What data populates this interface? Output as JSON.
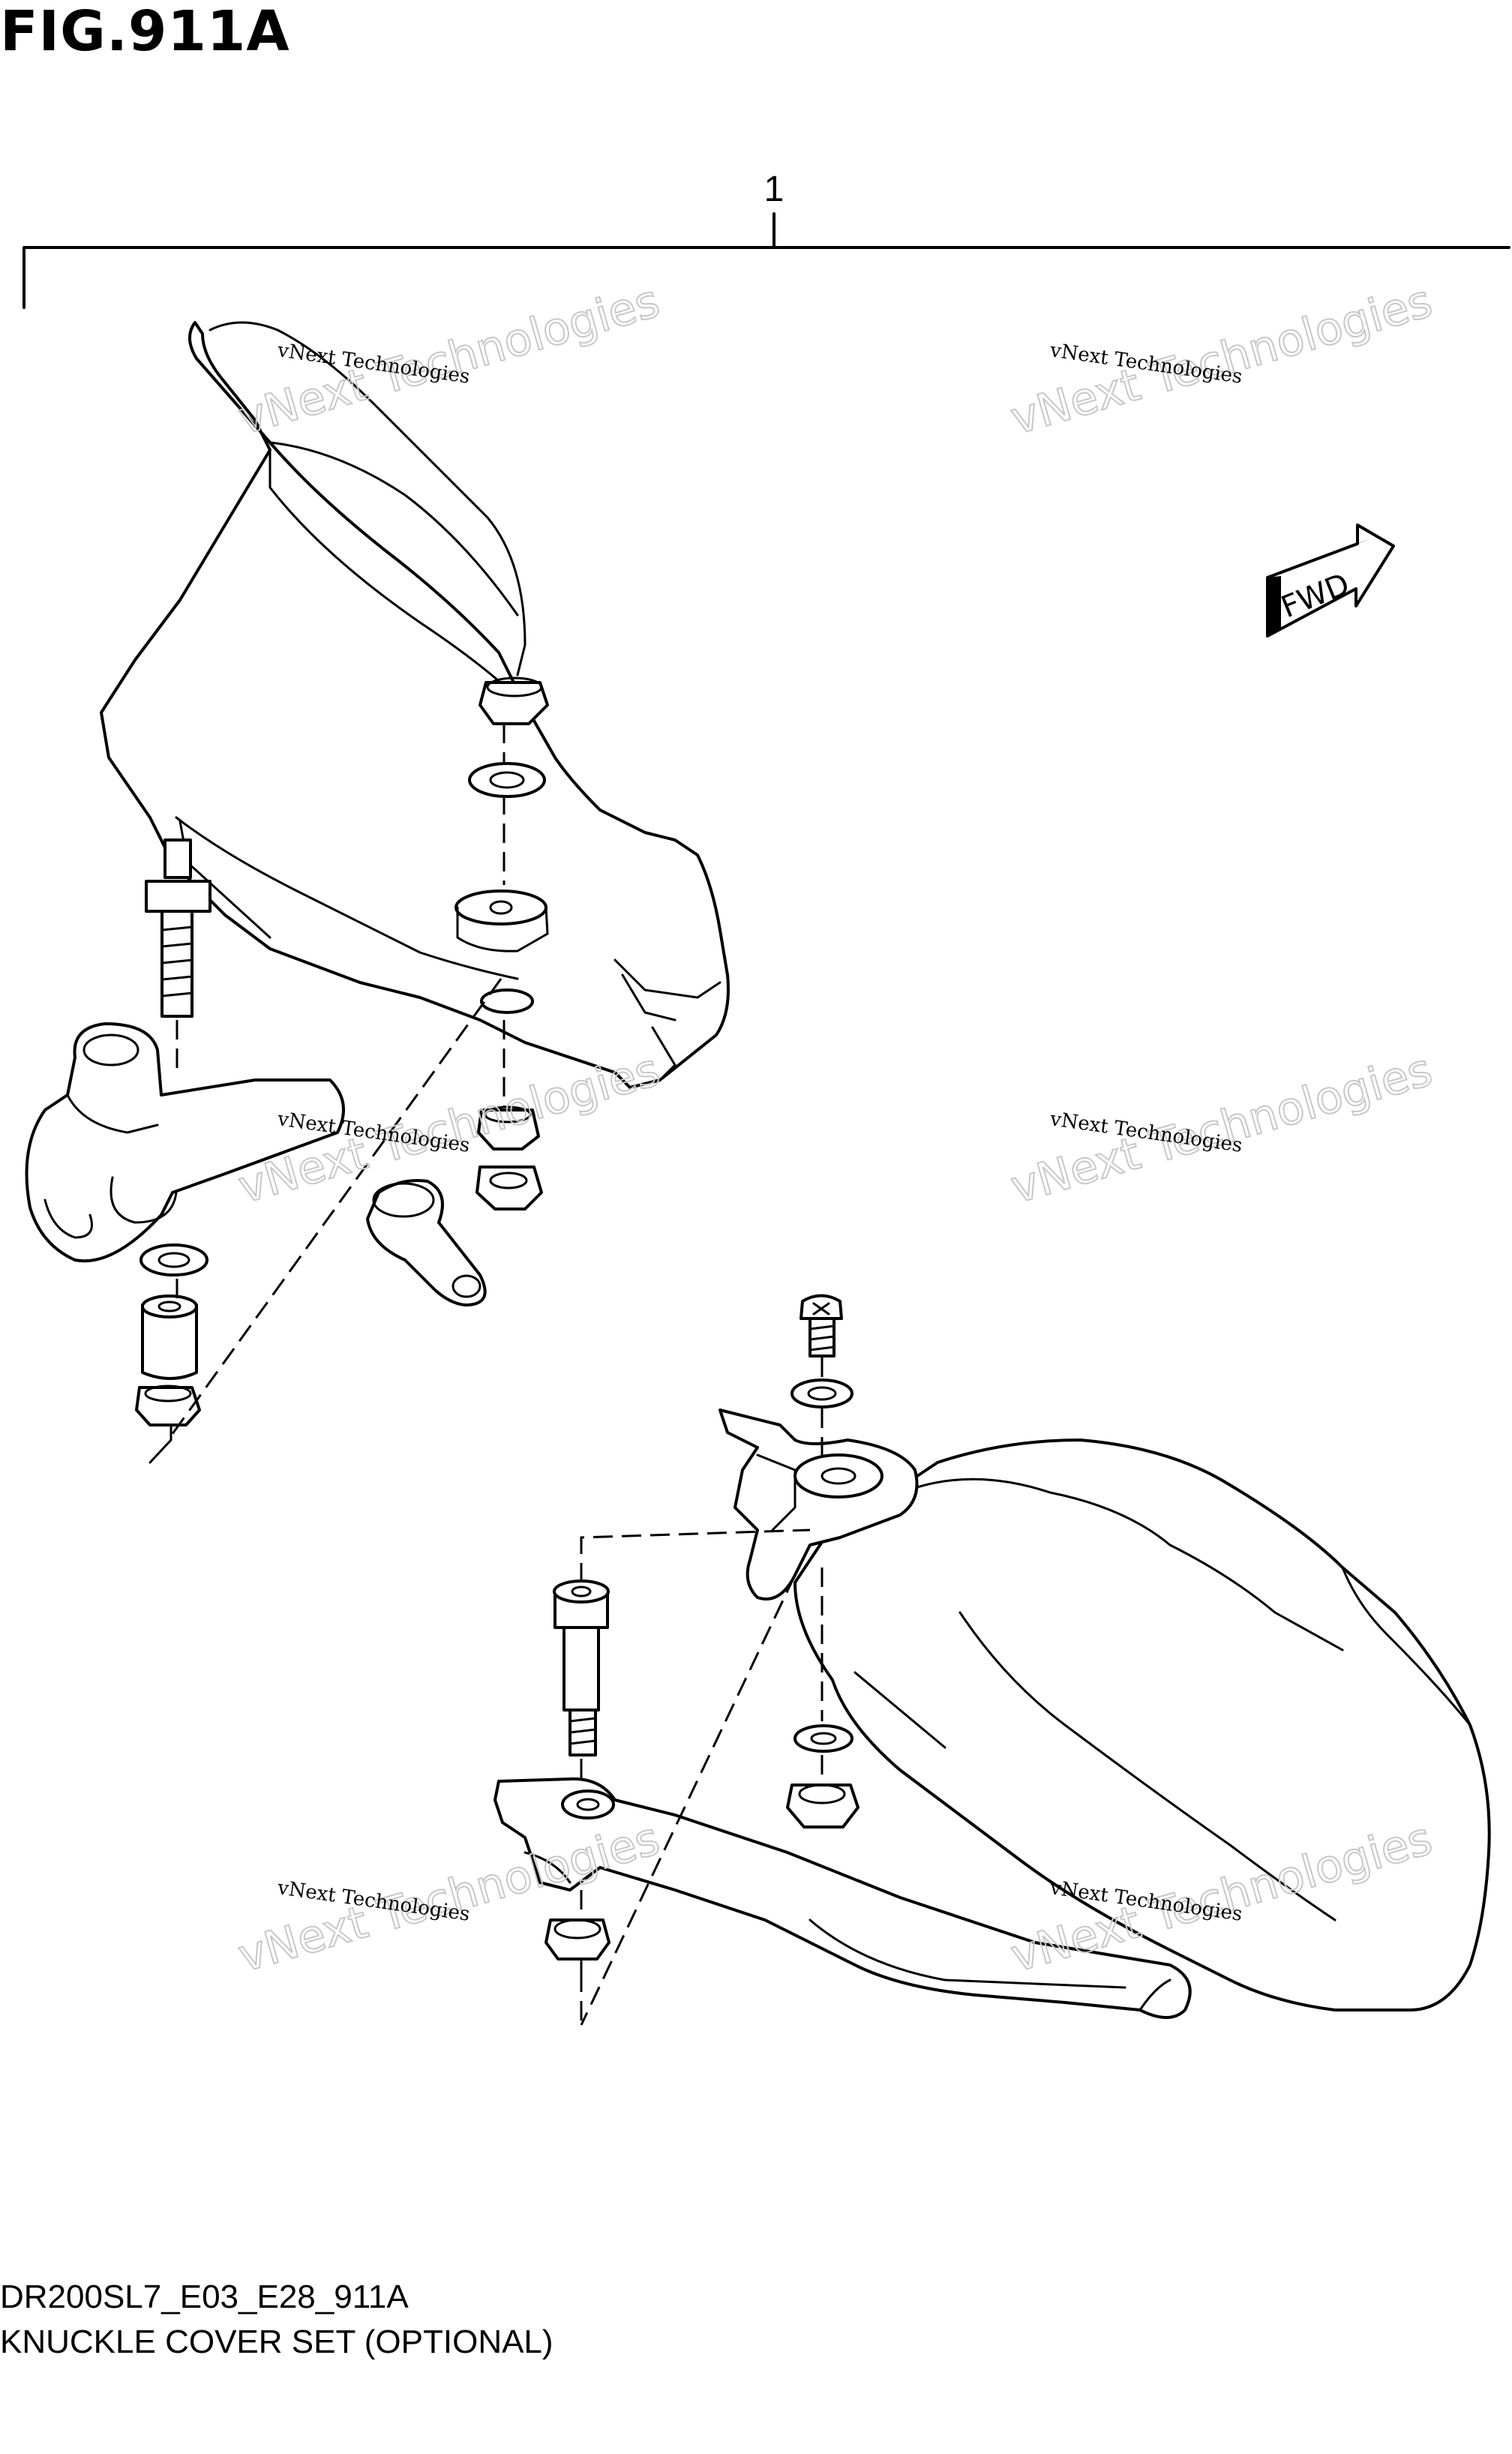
{
  "figure": {
    "title": "FIG.911A",
    "part_callout": "1",
    "fwd_label": "FWD",
    "diagram_code": "DR200SL7_E03_E28_911A",
    "caption": "KNUCKLE COVER SET (OPTIONAL)"
  },
  "watermarks": [
    {
      "small": "vNext Technologies",
      "big": "vNext Technologies"
    },
    {
      "small": "vNext Technologies",
      "big": "vNext Technologies"
    },
    {
      "small": "vNext Technologies",
      "big": "vNext Technologies"
    },
    {
      "small": "vNext Technologies",
      "big": "vNext Technologies"
    },
    {
      "small": "vNext Technologies",
      "big": "vNext Technologies"
    },
    {
      "small": "vNext Technologies",
      "big": "vNext Technologies"
    }
  ],
  "icons": {
    "fwd_arrow": "fwd-arrow-icon"
  }
}
